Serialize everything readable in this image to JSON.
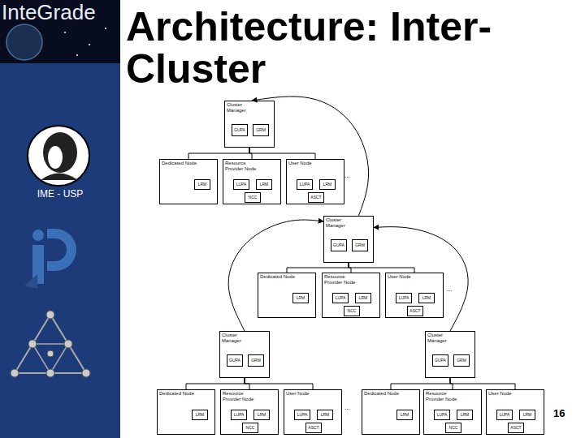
{
  "diagram": {
    "title": "Architecture: Inter-Cluster",
    "nodes": [
      {
        "text": [
          "Cluster Manager"
        ]
      },
      {
        "text": [
          "GUPA"
        ],
        "in": 0
      },
      {
        "text": [
          "GRM"
        ],
        "in": 0
      },
      {
        "text": [
          "Dedicated Node"
        ]
      },
      {
        "text": [
          "LRM"
        ],
        "in": 3
      },
      {
        "text": [
          "Resource Provider Node"
        ]
      },
      {
        "text": [
          "LUPA"
        ],
        "in": 5
      },
      {
        "text": [
          "LRM"
        ],
        "in": 5
      },
      {
        "text": [
          "NCC"
        ],
        "in": 5
      },
      {
        "text": [
          "User Node"
        ]
      },
      {
        "text": [
          "LUPA"
        ],
        "in": 9
      },
      {
        "text": [
          "LRM"
        ],
        "in": 9
      },
      {
        "text": [
          "ASCT"
        ],
        "in": 9
      },
      {
        "text": [
          "Cluster Manager"
        ]
      },
      {
        "text": [
          "GUPA"
        ],
        "in": 13
      },
      {
        "text": [
          "GRM"
        ],
        "in": 13
      },
      {
        "text": [
          "Dedicated Node"
        ]
      },
      {
        "text": [
          "LRM"
        ],
        "in": 16
      },
      {
        "text": [
          "Resource Provider Node"
        ]
      },
      {
        "text": [
          "LUPA"
        ],
        "in": 18
      },
      {
        "text": [
          "LRM"
        ],
        "in": 18
      },
      {
        "text": [
          "NCC"
        ],
        "in": 18
      },
      {
        "text": [
          "User Node"
        ]
      },
      {
        "text": [
          "LUPA"
        ],
        "in": 22
      },
      {
        "text": [
          "LRM"
        ],
        "in": 22
      },
      {
        "text": [
          "ASCT"
        ],
        "in": 22
      },
      {
        "text": [
          "Cluster Manager"
        ]
      },
      {
        "text": [
          "GUPA"
        ],
        "in": 26
      },
      {
        "text": [
          "GRM"
        ],
        "in": 26
      },
      {
        "text": [
          "Dedicated Node"
        ]
      },
      {
        "text": [
          "LRM"
        ],
        "in": 29
      },
      {
        "text": [
          "Resource Provider Node"
        ]
      },
      {
        "text": [
          "LUPA"
        ],
        "in": 31
      },
      {
        "text": [
          "LRM"
        ],
        "in": 31
      },
      {
        "text": [
          "NCC"
        ],
        "in": 31
      },
      {
        "text": [
          "User Node"
        ]
      },
      {
        "text": [
          "LUPA"
        ],
        "in": 35
      },
      {
        "text": [
          "LRM"
        ],
        "in": 35
      },
      {
        "text": [
          "ASCT"
        ],
        "in": 35
      },
      {
        "text": [
          "Cluster Manager"
        ]
      },
      {
        "text": [
          "GUPA"
        ],
        "in": 39
      },
      {
        "text": [
          "GRM"
        ],
        "in": 39
      },
      {
        "text": [
          "Dedicated Node"
        ]
      },
      {
        "text": [
          "LRM"
        ],
        "in": 42
      },
      {
        "text": [
          "Resource Provider Node"
        ]
      },
      {
        "text": [
          "LUPA"
        ],
        "in": 44
      },
      {
        "text": [
          "LRM"
        ],
        "in": 44
      },
      {
        "text": [
          "NCC"
        ],
        "in": 44
      },
      {
        "text": [
          "User Node"
        ]
      },
      {
        "text": [
          "LUPA"
        ],
        "in": 48
      },
      {
        "text": [
          "LRM"
        ],
        "in": 48
      },
      {
        "text": [
          "ASCT"
        ],
        "in": 48
      }
    ],
    "edges": [
      {
        "from": 0,
        "to": 3,
        "arrow": "none"
      },
      {
        "from": 0,
        "to": 5,
        "arrow": "none"
      },
      {
        "from": 0,
        "to": 9,
        "arrow": "none"
      },
      {
        "from": 13,
        "to": 16,
        "arrow": "none"
      },
      {
        "from": 13,
        "to": 18,
        "arrow": "none"
      },
      {
        "from": 13,
        "to": 22,
        "arrow": "none"
      },
      {
        "from": 26,
        "to": 29,
        "arrow": "none"
      },
      {
        "from": 26,
        "to": 31,
        "arrow": "none"
      },
      {
        "from": 26,
        "to": 35,
        "arrow": "none"
      },
      {
        "from": 39,
        "to": 42,
        "arrow": "none"
      },
      {
        "from": 39,
        "to": 44,
        "arrow": "none"
      },
      {
        "from": 39,
        "to": 48,
        "arrow": "none"
      },
      {
        "from": 13,
        "to": 0,
        "arrow": "to"
      },
      {
        "from": 26,
        "to": 13,
        "arrow": "to"
      },
      {
        "from": 39,
        "to": 13,
        "arrow": "to"
      }
    ],
    "labels": [
      "InteGrade",
      "IME - USP",
      "...",
      "...",
      "...",
      "16"
    ]
  }
}
